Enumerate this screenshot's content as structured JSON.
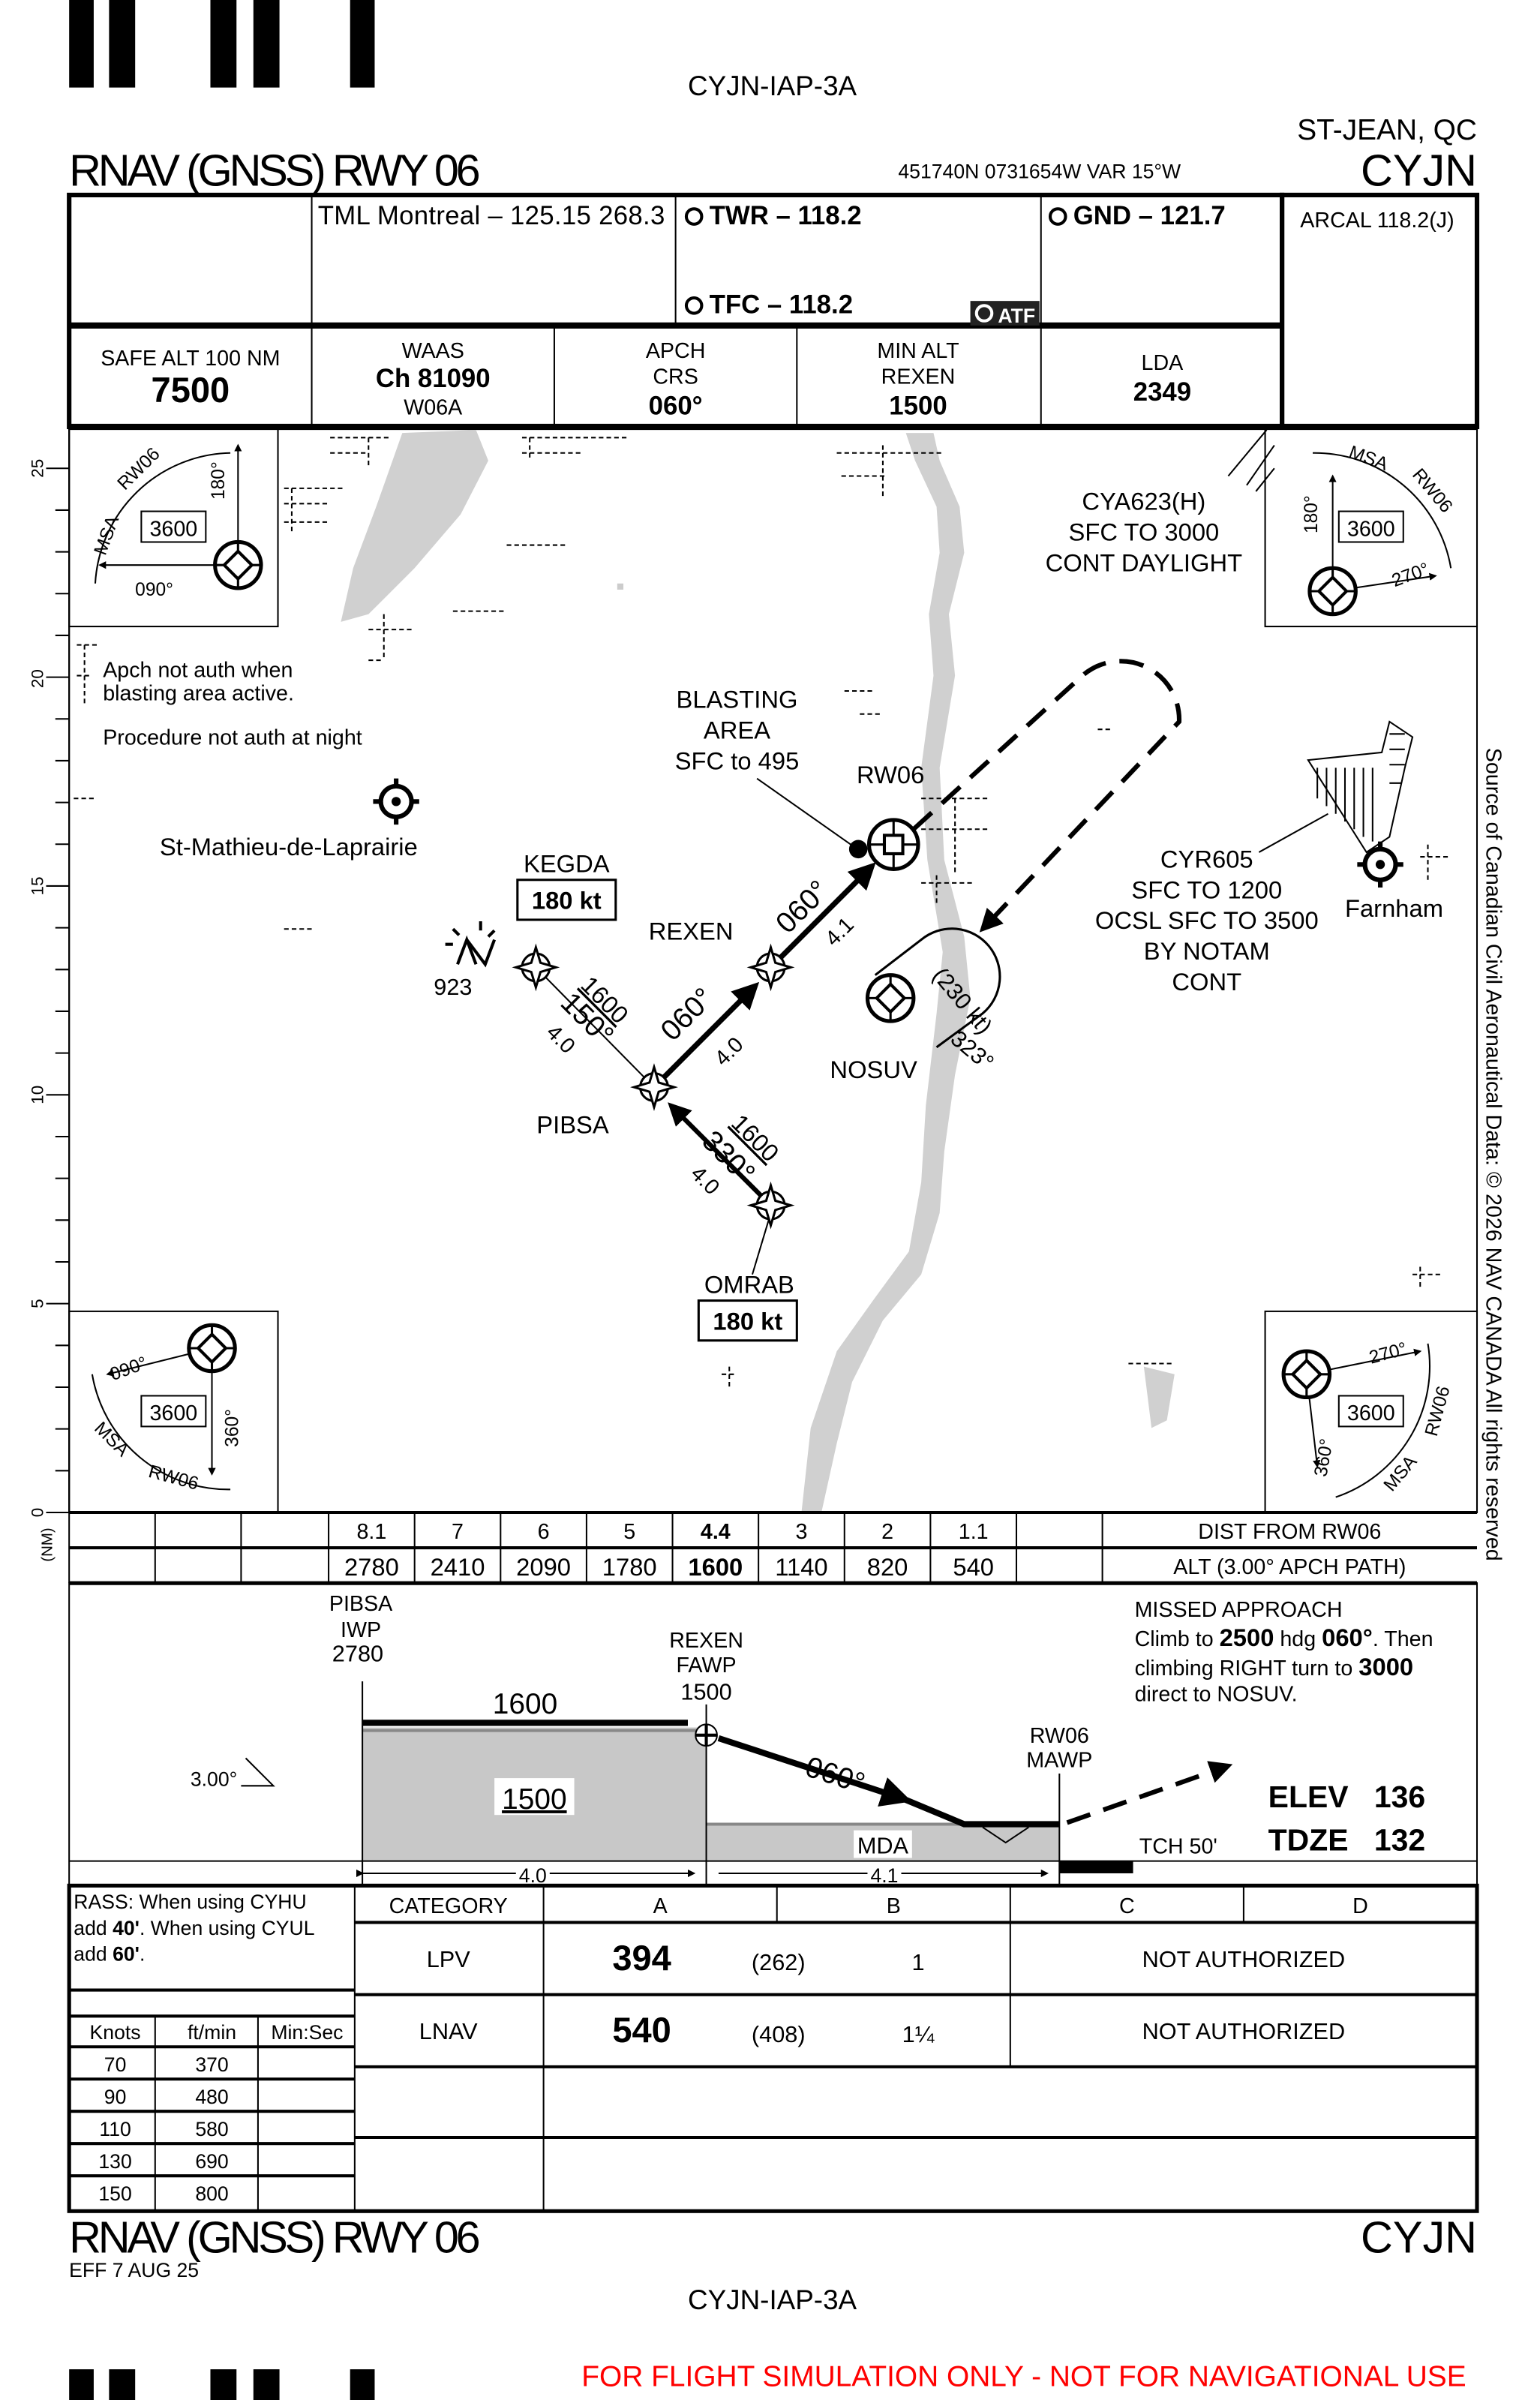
{
  "header": {
    "chart_id": "CYJN-IAP-3A",
    "city": "ST-JEAN, QC",
    "airport": "CYJN",
    "title": "RNAV (GNSS) RWY 06",
    "coords": "451740N  0731654W  VAR 15°W"
  },
  "comms": {
    "tml": "TML Montreal – 125.15  268.3",
    "twr": "TWR – 118.2",
    "tfc": "TFC – 118.2",
    "atf": "ATF",
    "gnd": "GND – 121.7",
    "arcal": "ARCAL 118.2(J)"
  },
  "info": {
    "safe_alt_label": "SAFE ALT 100 NM",
    "safe_alt": "7500",
    "waas_label": "WAAS",
    "waas_ch": "Ch 81090",
    "waas_id": "W06A",
    "apch_label1": "APCH",
    "apch_label2": "CRS",
    "apch_crs": "060°",
    "min_alt_label": "MIN ALT",
    "min_alt_fix": "REXEN",
    "min_alt": "1500",
    "lda_label": "LDA",
    "lda": "2349"
  },
  "plan": {
    "scale_labels": [
      "25",
      "20",
      "15",
      "10",
      "5",
      "0"
    ],
    "scale_unit": "(NM)",
    "msa": {
      "label": "MSA",
      "rwy": "RW06",
      "alt": "3600",
      "b090": "090°",
      "b180": "180°",
      "b270": "270°",
      "b360": "360°"
    },
    "notes": [
      "Apch not auth when",
      "blasting area active.",
      "Procedure not auth at night"
    ],
    "blasting": [
      "BLASTING",
      "AREA",
      "SFC to 495"
    ],
    "cya623": [
      "CYA623(H)",
      "SFC TO 3000",
      "CONT DAYLIGHT"
    ],
    "cyr605": [
      "CYR605",
      "SFC TO 1200",
      "OCSL SFC TO 3500",
      "BY NOTAM",
      "CONT"
    ],
    "st_mathieu": "St-Mathieu-de-Laprairie",
    "farnham": "Farnham",
    "obstacle": "923",
    "fixes": {
      "kegda": "KEGDA",
      "kegda_spd": "180 kt",
      "rexen": "REXEN",
      "rw06": "RW06",
      "nosuv": "NOSUV",
      "pibsa": "PIBSA",
      "omrab": "OMRAB",
      "omrab_spd": "180 kt"
    },
    "legs": {
      "kegda_alt": "1600",
      "kegda_crs": "150°",
      "kegda_dist": "4.0",
      "pibsa_crs": "060°",
      "pibsa_dist": "4.0",
      "rexen_crs": "060°",
      "rexen_dist": "4.1",
      "omrab_alt": "1600",
      "omrab_crs": "330°",
      "omrab_dist": "4.0",
      "hold_spd": "(230 kt)",
      "hold_crs": "323°"
    },
    "copyright": "Source of Canadian Civil Aeronautical Data: © 2026 NAV CANADA All rights reserved"
  },
  "profile_table": {
    "dist": [
      "8.1",
      "7",
      "6",
      "5",
      "4.4",
      "3",
      "2",
      "1.1"
    ],
    "alt": [
      "2780",
      "2410",
      "2090",
      "1780",
      "1600",
      "1140",
      "820",
      "540"
    ],
    "dist_label": "DIST FROM RW06",
    "alt_label": "ALT (3.00° APCH PATH)"
  },
  "profile": {
    "pibsa": [
      "PIBSA",
      "IWP",
      "2780"
    ],
    "rexen": [
      "REXEN",
      "FAWP",
      "1500"
    ],
    "rw06": [
      "RW06",
      "MAWP"
    ],
    "alt1600": "1600",
    "alt1500": "1500",
    "crs": "060°",
    "mda": "MDA",
    "gpa": "3.00°",
    "tch": "TCH 50'",
    "elev_label": "ELEV",
    "elev": "136",
    "tdze_label": "TDZE",
    "tdze": "132",
    "dist1": "4.0",
    "dist2": "4.1",
    "missed_title": "MISSED APPROACH",
    "missed": {
      "t1": "Climb to ",
      "b1": "2500",
      "t2": "  hdg ",
      "b2": "060°",
      "t3": ". Then",
      "t4": "climbing RIGHT turn to ",
      "b3": "3000",
      "t5": "direct to NOSUV."
    }
  },
  "minimums": {
    "rass": {
      "t1": "RASS: When using CYHU",
      "t2": "add ",
      "b1": "40'",
      "t3": ". When using CYUL",
      "t4": "add ",
      "b2": "60'",
      "t5": "."
    },
    "headers": [
      "CATEGORY",
      "A",
      "B",
      "C",
      "D"
    ],
    "rows": [
      {
        "name": "LPV",
        "mda": "394",
        "hat": "(262)",
        "vis": "1",
        "cd": "NOT AUTHORIZED"
      },
      {
        "name": "LNAV",
        "mda": "540",
        "hat": "(408)",
        "vis": "1¼",
        "cd": "NOT AUTHORIZED"
      }
    ],
    "rod_headers": [
      "Knots",
      "ft/min",
      "Min:Sec"
    ],
    "rod": [
      [
        "70",
        "370"
      ],
      [
        "90",
        "480"
      ],
      [
        "110",
        "580"
      ],
      [
        "130",
        "690"
      ],
      [
        "150",
        "800"
      ]
    ]
  },
  "footer": {
    "title": "RNAV (GNSS) RWY 06",
    "airport": "CYJN",
    "eff": "EFF 7 AUG 25",
    "chart_id": "CYJN-IAP-3A",
    "disclaimer": "FOR FLIGHT SIMULATION ONLY - NOT FOR NAVIGATIONAL USE",
    "disclaimer_color": "#ff0000"
  }
}
